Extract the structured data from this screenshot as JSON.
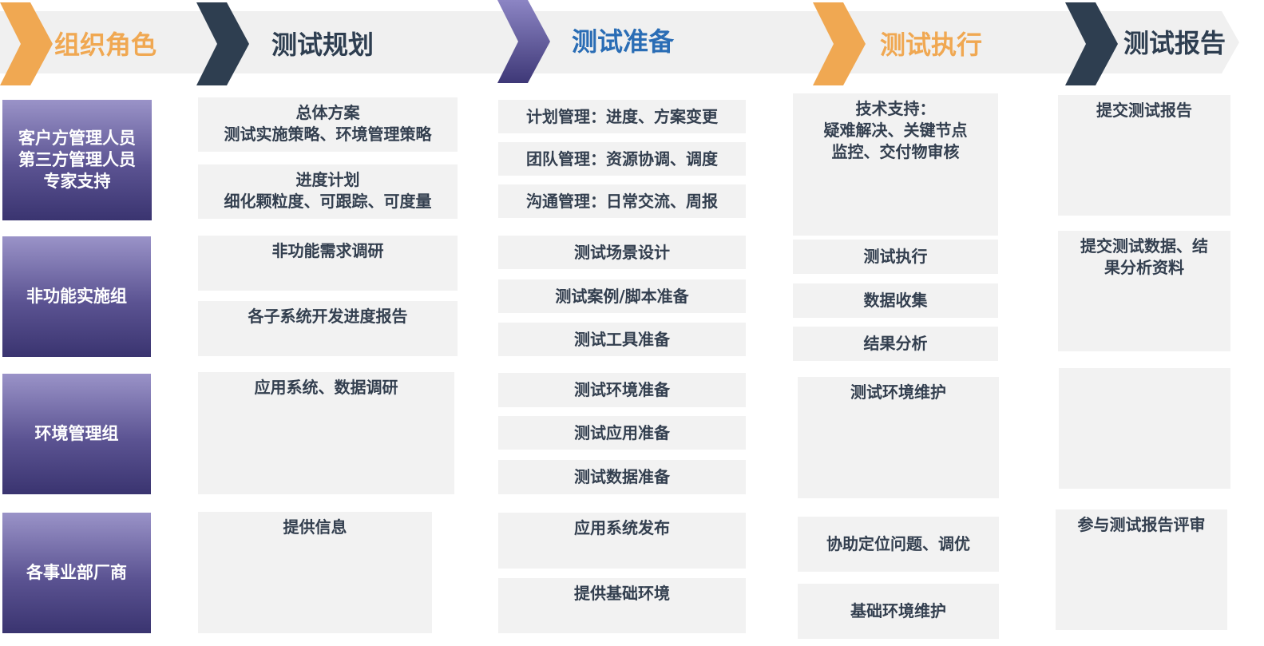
{
  "colors": {
    "orange": "#f0a852",
    "dark_navy": "#2e3e50",
    "purple": "#5d5397",
    "blue_text": "#2a6db5",
    "box_bg": "#f2f2f2",
    "band_bg": "#f0f0f0"
  },
  "header": {
    "roles_title": "组织角色",
    "phases": [
      {
        "title": "测试规划"
      },
      {
        "title": "测试准备"
      },
      {
        "title": "测试执行"
      },
      {
        "title": "测试报告"
      }
    ]
  },
  "roles": [
    {
      "label": "客户方管理人员\n第三方管理人员\n专家支持"
    },
    {
      "label": "非功能实施组"
    },
    {
      "label": "环境管理组"
    },
    {
      "label": "各事业部厂商"
    }
  ],
  "planning": [
    "总体方案\n测试实施策略、环境管理策略",
    "进度计划\n细化颗粒度、可跟踪、可度量",
    "非功能需求调研",
    "各子系统开发进度报告",
    "应用系统、数据调研",
    "提供信息"
  ],
  "preparation": [
    "计划管理：进度、方案变更",
    "团队管理：资源协调、调度",
    "沟通管理：日常交流、周报",
    "测试场景设计",
    "测试案例/脚本准备",
    "测试工具准备",
    "测试环境准备",
    "测试应用准备",
    "测试数据准备",
    "应用系统发布",
    "提供基础环境"
  ],
  "execution": [
    "技术支持：\n疑难解决、关键节点\n监控、交付物审核",
    "测试执行",
    "数据收集",
    "结果分析",
    "测试环境维护",
    "协助定位问题、调优",
    "基础环境维护"
  ],
  "report": [
    "提交测试报告",
    "提交测试数据、结\n果分析资料",
    "",
    "参与测试报告评审"
  ]
}
